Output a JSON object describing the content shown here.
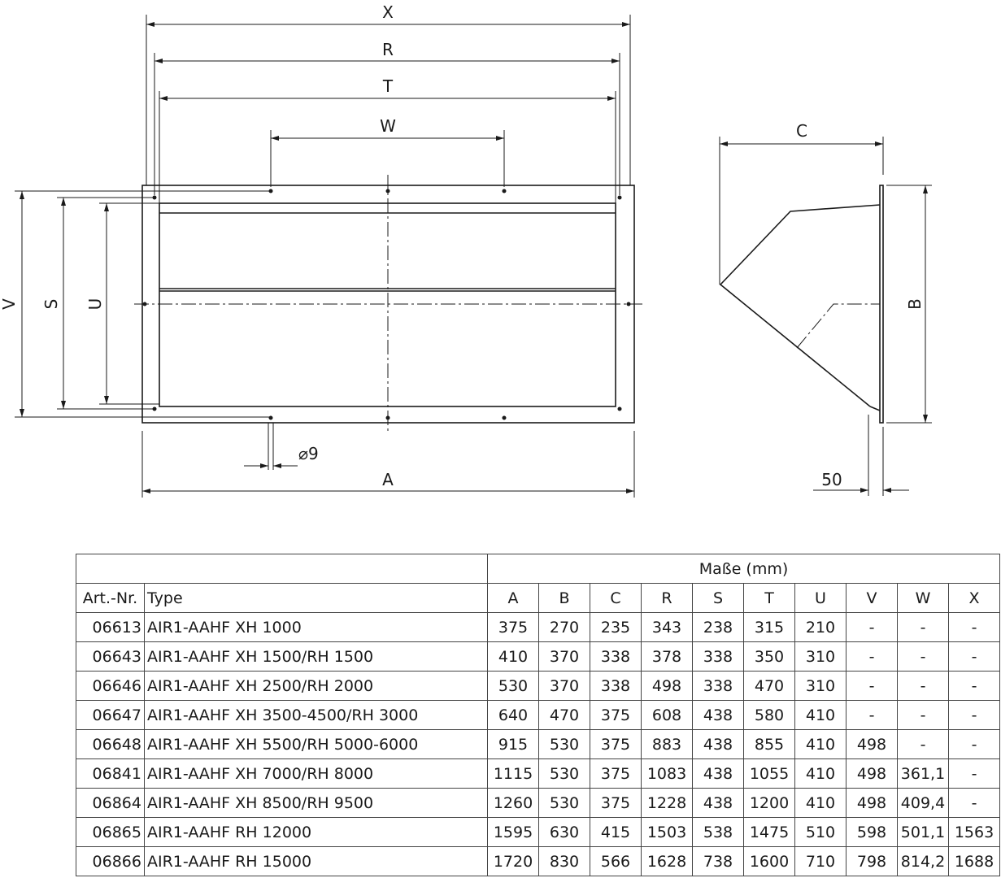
{
  "drawing": {
    "labels": {
      "X": "X",
      "R": "R",
      "T": "T",
      "W": "W",
      "V": "V",
      "S": "S",
      "U": "U",
      "A": "A",
      "hole": "⌀9",
      "C": "C",
      "B": "B",
      "flange": "50"
    }
  },
  "table": {
    "group_header": "Maße (mm)",
    "columns": [
      "Art.-Nr.",
      "Type",
      "A",
      "B",
      "C",
      "R",
      "S",
      "T",
      "U",
      "V",
      "W",
      "X"
    ],
    "rows": [
      [
        "06613",
        "AIR1-AAHF XH 1000",
        "375",
        "270",
        "235",
        "343",
        "238",
        "315",
        "210",
        "-",
        "-",
        "-"
      ],
      [
        "06643",
        "AIR1-AAHF XH 1500/RH 1500",
        "410",
        "370",
        "338",
        "378",
        "338",
        "350",
        "310",
        "-",
        "-",
        "-"
      ],
      [
        "06646",
        "AIR1-AAHF XH 2500/RH 2000",
        "530",
        "370",
        "338",
        "498",
        "338",
        "470",
        "310",
        "-",
        "-",
        "-"
      ],
      [
        "06647",
        "AIR1-AAHF XH 3500-4500/RH 3000",
        "640",
        "470",
        "375",
        "608",
        "438",
        "580",
        "410",
        "-",
        "-",
        "-"
      ],
      [
        "06648",
        "AIR1-AAHF XH 5500/RH 5000-6000",
        "915",
        "530",
        "375",
        "883",
        "438",
        "855",
        "410",
        "498",
        "-",
        "-"
      ],
      [
        "06841",
        "AIR1-AAHF XH 7000/RH 8000",
        "1115",
        "530",
        "375",
        "1083",
        "438",
        "1055",
        "410",
        "498",
        "361,1",
        "-"
      ],
      [
        "06864",
        "AIR1-AAHF XH 8500/RH 9500",
        "1260",
        "530",
        "375",
        "1228",
        "438",
        "1200",
        "410",
        "498",
        "409,4",
        "-"
      ],
      [
        "06865",
        "AIR1-AAHF RH 12000",
        "1595",
        "630",
        "415",
        "1503",
        "538",
        "1475",
        "510",
        "598",
        "501,1",
        "1563"
      ],
      [
        "06866",
        "AIR1-AAHF RH 15000",
        "1720",
        "830",
        "566",
        "1628",
        "738",
        "1600",
        "710",
        "798",
        "814,2",
        "1688"
      ]
    ]
  }
}
